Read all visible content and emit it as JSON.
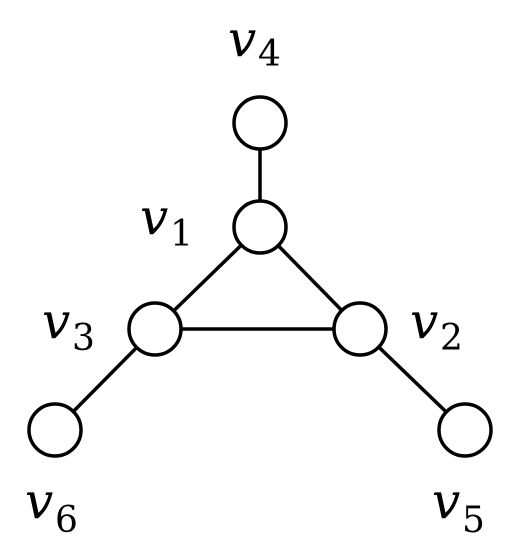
{
  "graph": {
    "nodes": [
      {
        "id": "v1",
        "label_var": "v",
        "label_sub": "1"
      },
      {
        "id": "v2",
        "label_var": "v",
        "label_sub": "2"
      },
      {
        "id": "v3",
        "label_var": "v",
        "label_sub": "3"
      },
      {
        "id": "v4",
        "label_var": "v",
        "label_sub": "4"
      },
      {
        "id": "v5",
        "label_var": "v",
        "label_sub": "5"
      },
      {
        "id": "v6",
        "label_var": "v",
        "label_sub": "6"
      }
    ],
    "edges": [
      [
        "v4",
        "v1"
      ],
      [
        "v1",
        "v3"
      ],
      [
        "v1",
        "v2"
      ],
      [
        "v3",
        "v2"
      ],
      [
        "v3",
        "v6"
      ],
      [
        "v2",
        "v5"
      ]
    ]
  }
}
